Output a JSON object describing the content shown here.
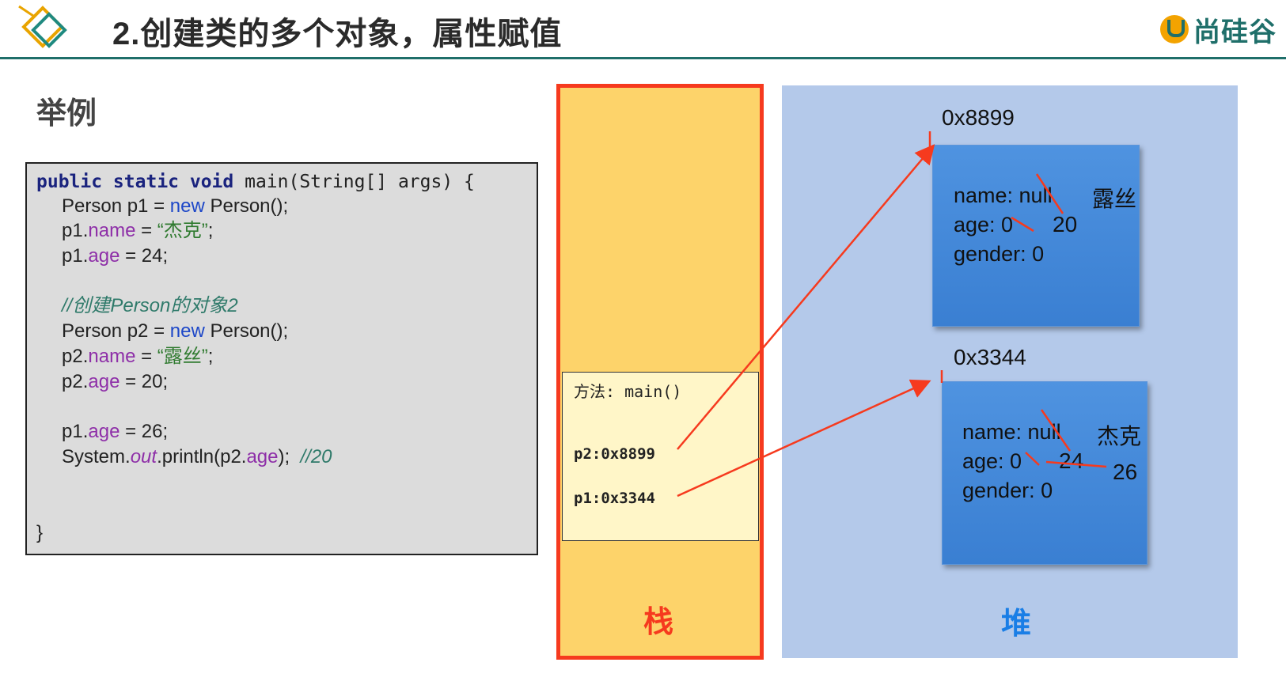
{
  "header": {
    "title": "2.创建类的多个对象，属性赋值",
    "brand_name": "尚硅谷"
  },
  "section_label": "举例",
  "code": {
    "l1_kw": "public static void",
    "l1_rest": " main(String[] args) {",
    "l2_a": "Person p1 = ",
    "l2_new": "new",
    "l2_b": " Person();",
    "l3_a": "p1.",
    "l3_fld": "name",
    "l3_b": " = ",
    "l3_str": "“杰克”",
    "l3_c": ";",
    "l4_a": "p1.",
    "l4_fld": "age",
    "l4_b": " = 24;",
    "l5_cmt": "//创建Person的对象2",
    "l6_a": "Person p2 = ",
    "l6_new": "new",
    "l6_b": " Person();",
    "l7_a": "p2.",
    "l7_fld": "name",
    "l7_b": " = ",
    "l7_str": "“露丝”",
    "l7_c": ";",
    "l8_a": "p2.",
    "l8_fld": "age",
    "l8_b": " = 20;",
    "l9_a": "p1.",
    "l9_fld": "age",
    "l9_b": " = 26;",
    "l10_a": "System.",
    "l10_out": "out",
    "l10_b": ".println(p2.",
    "l10_fld": "age",
    "l10_c": ");  ",
    "l10_cmt": "//20",
    "l11": "}"
  },
  "stack": {
    "frame_title": "方法: main()",
    "var_p2": "p2:0x8899",
    "var_p1": "p1:0x3344",
    "label": "栈"
  },
  "heap": {
    "label": "堆",
    "objects": [
      {
        "address": "0x8899",
        "name_field": "name: null",
        "age_field": "age: 0",
        "gender_field": "gender: 0",
        "name_new": "露丝",
        "age_new": "20"
      },
      {
        "address": "0x3344",
        "name_field": "name: null",
        "age_field": "age: 0",
        "gender_field": "gender: 0",
        "name_new": "杰克",
        "age_new": "24",
        "age_newer": "26"
      }
    ]
  },
  "colors": {
    "stack_fill": "#fdd36a",
    "stack_border": "#f63a1e",
    "heap_fill": "#b4c9ea",
    "object_fill": "#3a7fd2",
    "arrow": "#f63a1e",
    "heap_label": "#1a7ee6"
  }
}
